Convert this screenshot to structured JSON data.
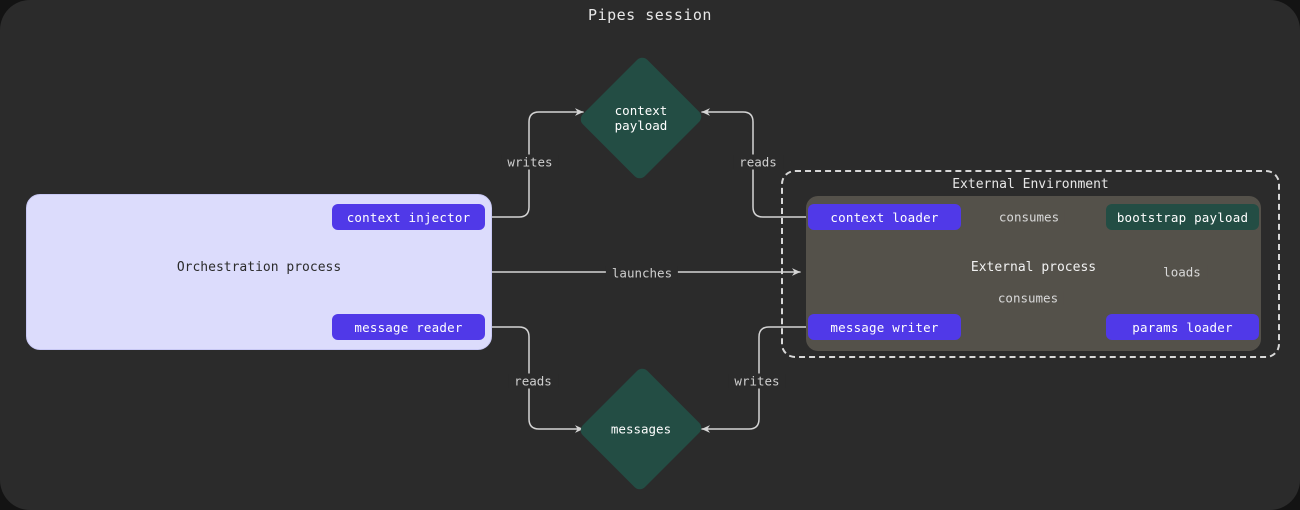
{
  "title": "Pipes session",
  "theme": {
    "page_background": "#131313",
    "canvas_background": "#2b2b2b",
    "orchestration_fill": "#dcdcfc",
    "external_process_fill": "#54514a",
    "purple_node": "#5039e8",
    "teal_node": "#234d44",
    "edge_color": "#d4d4d4",
    "text_light": "#e8e8e8",
    "text_dark": "#2b2b2b"
  },
  "clusters": {
    "orchestration": {
      "label": "Orchestration process"
    },
    "external_environment": {
      "label": "External Environment"
    },
    "external_process": {
      "label": "External process"
    }
  },
  "nodes": {
    "context_injector": {
      "label": "context injector",
      "kind": "purple"
    },
    "message_reader": {
      "label": "message reader",
      "kind": "purple"
    },
    "context_loader": {
      "label": "context loader",
      "kind": "purple"
    },
    "message_writer": {
      "label": "message writer",
      "kind": "purple"
    },
    "params_loader": {
      "label": "params loader",
      "kind": "purple"
    },
    "bootstrap_payload": {
      "label": "bootstrap payload",
      "kind": "teal"
    },
    "context_payload": {
      "label": "context\npayload",
      "kind": "diamond"
    },
    "messages": {
      "label": "messages",
      "kind": "diamond"
    }
  },
  "edges": [
    {
      "id": "writes-context",
      "label": "writes",
      "from": "context_injector",
      "to": "context_payload"
    },
    {
      "id": "reads-context",
      "label": "reads",
      "from": "context_loader",
      "to": "context_payload"
    },
    {
      "id": "launches",
      "label": "launches",
      "from": "orchestration",
      "to": "external_process"
    },
    {
      "id": "reads-messages",
      "label": "reads",
      "from": "message_reader",
      "to": "messages"
    },
    {
      "id": "writes-messages",
      "label": "writes",
      "from": "message_writer",
      "to": "messages"
    },
    {
      "id": "consumes-context",
      "label": "consumes",
      "from": "context_loader",
      "to": "bootstrap_payload"
    },
    {
      "id": "consumes-message",
      "label": "consumes",
      "from": "message_writer",
      "to": "bootstrap_payload"
    },
    {
      "id": "loads",
      "label": "loads",
      "from": "params_loader",
      "to": "bootstrap_payload"
    }
  ]
}
